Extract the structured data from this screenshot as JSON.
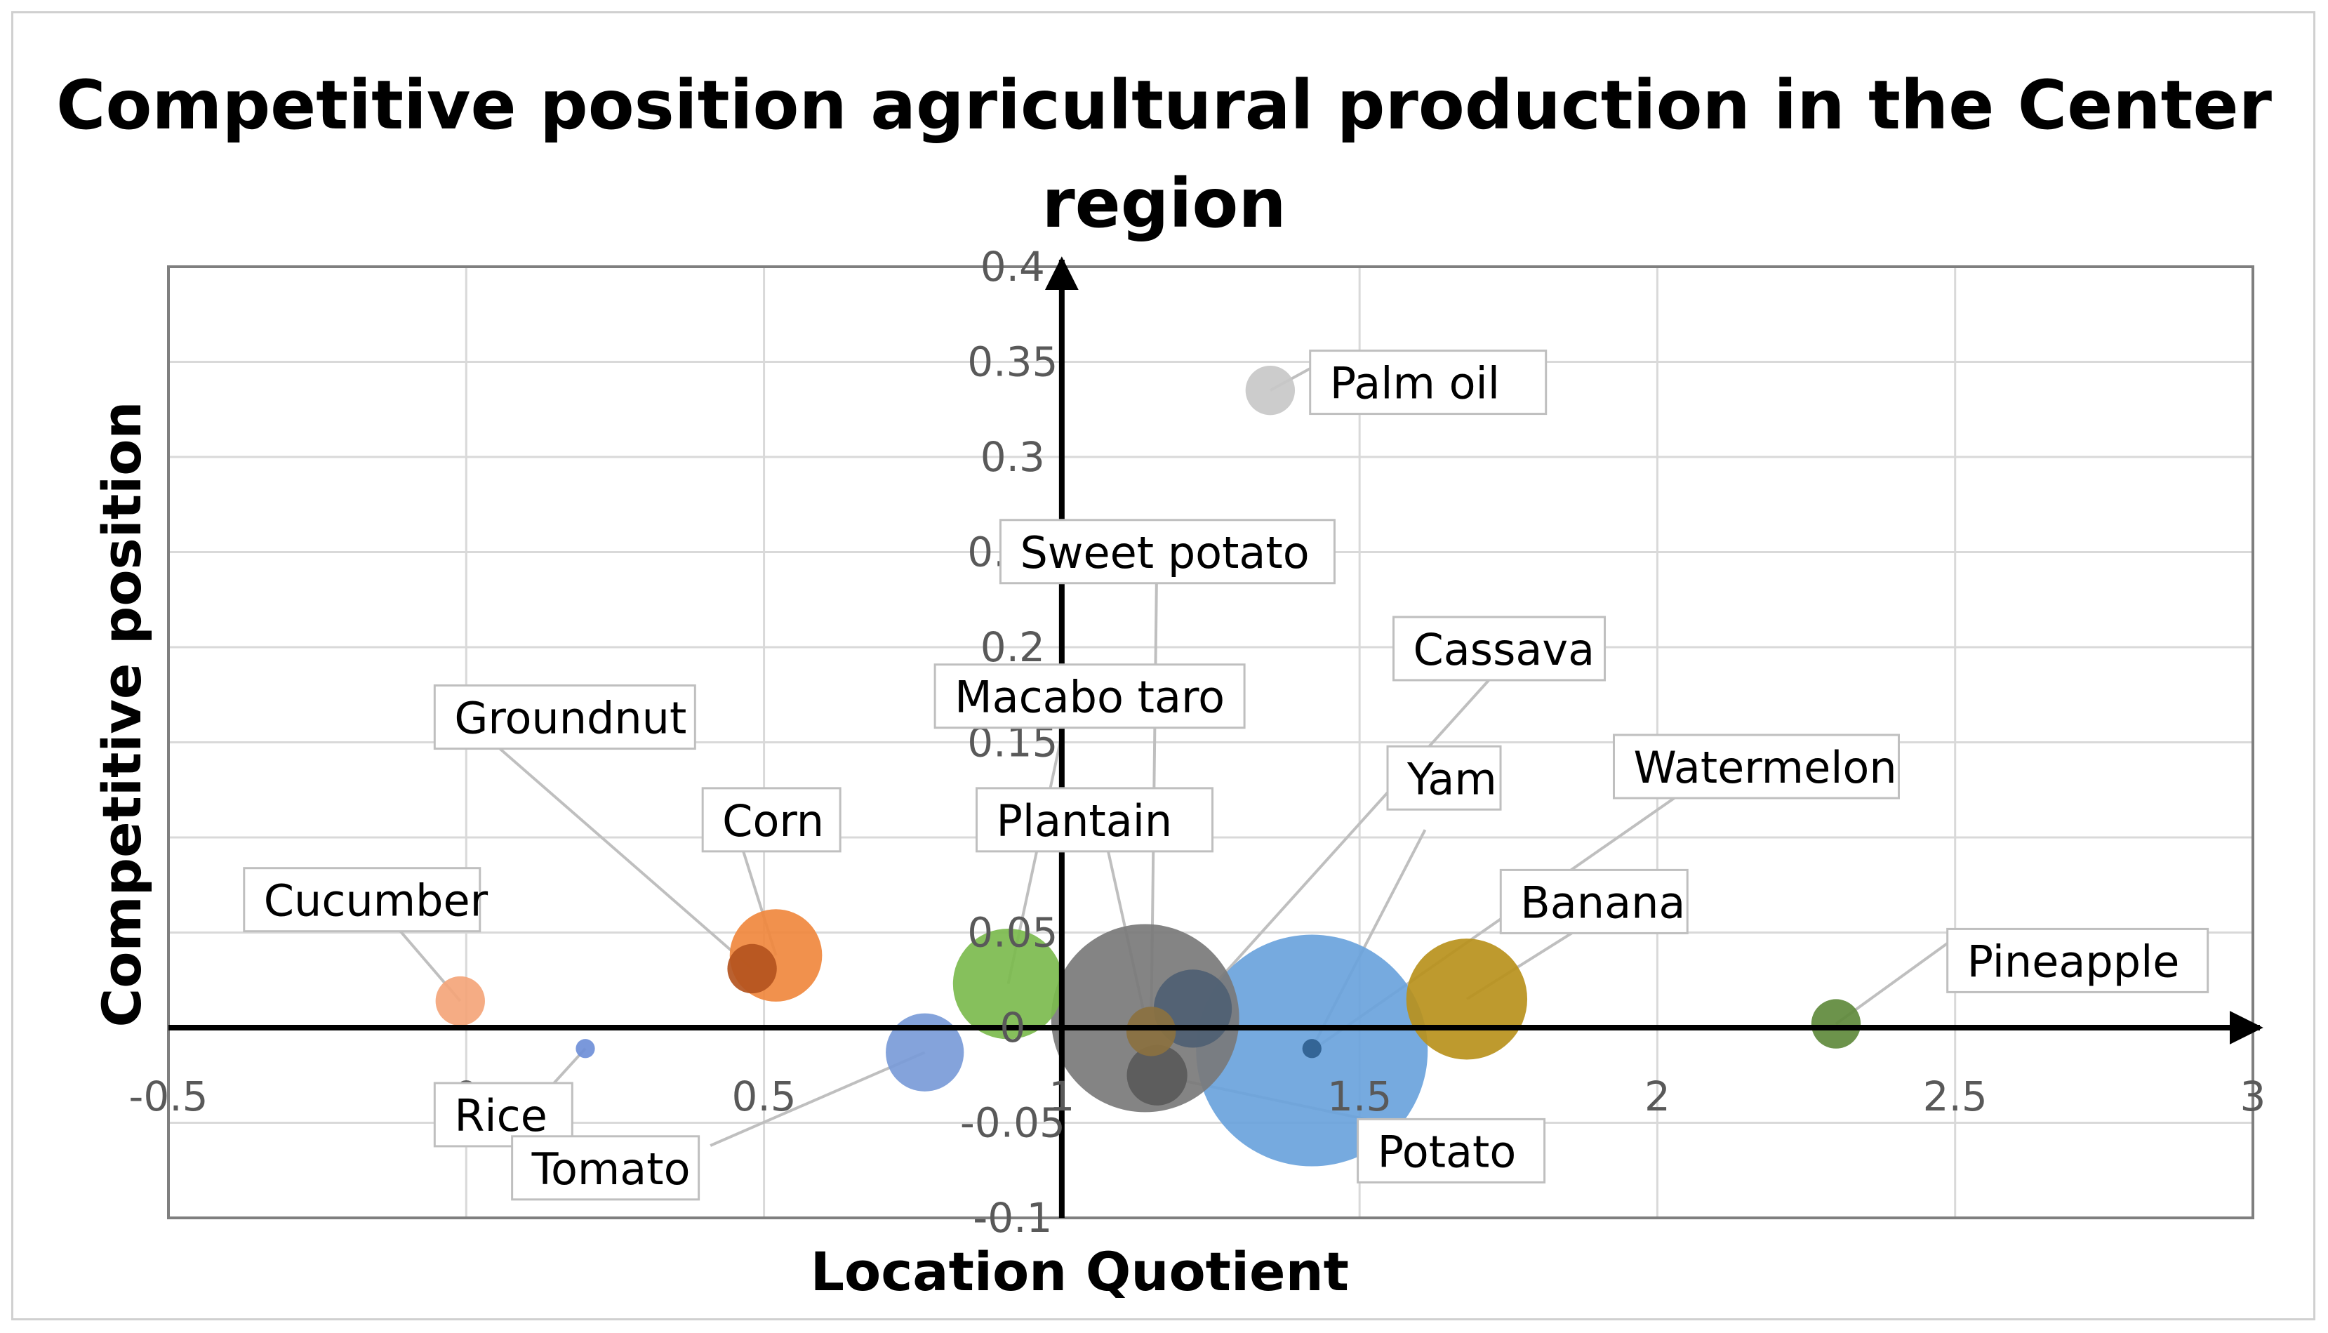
{
  "chart_data": {
    "type": "scatter",
    "title": "Competitive position agricultural production in the Center region",
    "xlabel": "Location Quotient",
    "ylabel": "Competitive position",
    "xlim": [
      -0.5,
      3
    ],
    "ylim": [
      -0.1,
      0.4
    ],
    "x_ticks": [
      "-0.5",
      "0",
      "0.5",
      "1",
      "1.5",
      "2",
      "2.5",
      "3"
    ],
    "y_ticks": [
      "-0.1",
      "-0.05",
      "0",
      "0.05",
      "0.1",
      "0.15",
      "0.2",
      "0.25",
      "0.3",
      "0.35",
      "0.4"
    ],
    "grid": true,
    "points": [
      {
        "name": "Palm oil",
        "x": 1.35,
        "y": 0.335,
        "size": 0.2,
        "color": "#c8c8c8"
      },
      {
        "name": "Cucumber",
        "x": -0.01,
        "y": 0.014,
        "size": 0.2,
        "color": "#f4a57a"
      },
      {
        "name": "Rice",
        "x": 0.2,
        "y": -0.011,
        "size": 0.03,
        "color": "#6f8fd8"
      },
      {
        "name": "Groundnut",
        "x": 0.48,
        "y": 0.031,
        "size": 0.2,
        "color": "#b4541e"
      },
      {
        "name": "Corn",
        "x": 0.52,
        "y": 0.038,
        "size": 0.7,
        "color": "#f0883e"
      },
      {
        "name": "Tomato",
        "x": 0.77,
        "y": -0.013,
        "size": 0.5,
        "color": "#7a9bd8"
      },
      {
        "name": "Macabo taro",
        "x": 0.91,
        "y": 0.023,
        "size": 1.0,
        "color": "#7cbb4e"
      },
      {
        "name": "Plantain",
        "x": 1.14,
        "y": 0.005,
        "size": 2.9,
        "color": "#7a7a7a"
      },
      {
        "name": "Sweet potato",
        "x": 1.15,
        "y": -0.002,
        "size": 0.2,
        "color": "#8b7140"
      },
      {
        "name": "Potato",
        "x": 1.16,
        "y": -0.025,
        "size": 0.3,
        "color": "#5a5a5a"
      },
      {
        "name": "Cassava",
        "x": 1.22,
        "y": 0.01,
        "size": 0.5,
        "color": "#4f5f73"
      },
      {
        "name": "Yam",
        "x": 1.42,
        "y": -0.011,
        "size": 0.03,
        "color": "#2f5f8f"
      },
      {
        "name": "Watermelon",
        "x": 1.42,
        "y": -0.012,
        "size": 4.4,
        "color": "#6aa3dc"
      },
      {
        "name": "Banana",
        "x": 1.68,
        "y": 0.015,
        "size": 1.2,
        "color": "#b8911c"
      },
      {
        "name": "Pineapple",
        "x": 2.3,
        "y": 0.002,
        "size": 0.2,
        "color": "#5f8a3c"
      }
    ]
  }
}
